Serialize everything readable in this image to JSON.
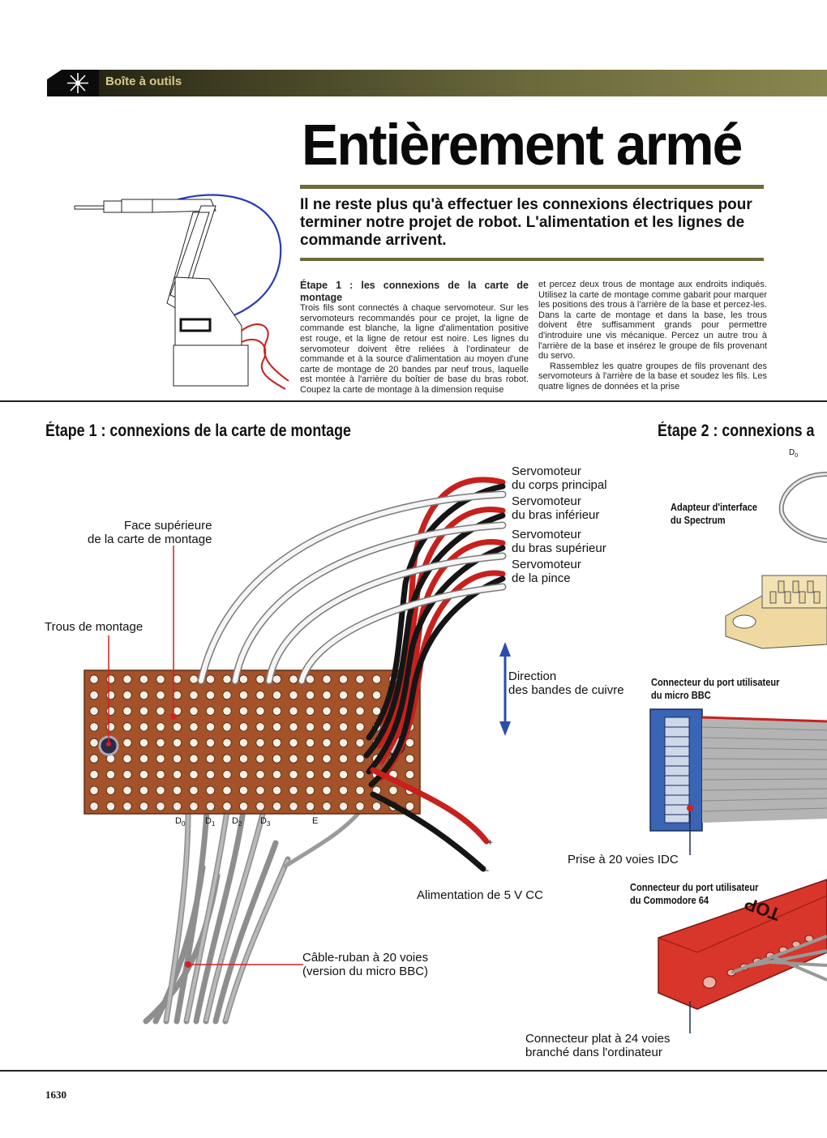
{
  "header": {
    "section_label": "Boîte à outils",
    "title": "Entièrement armé"
  },
  "lead": "Il ne reste plus qu'à effectuer les connexions électriques pour terminer notre projet de robot. L'alimentation et les lignes de commande arrivent.",
  "article": {
    "step1_heading": "Étape 1 : les connexions de la carte de montage",
    "col1_text": "Trois fils sont connectés à chaque servomoteur. Sur les servomoteurs recommandés pour ce projet, la ligne de commande est blanche, la ligne d'alimentation positive est rouge, et la ligne de retour est noire. Les lignes du servomoteur doivent être reliées à l'ordinateur de commande et à la source d'alimentation au moyen d'une carte de montage de 20 bandes par neuf trous, laquelle est montée à l'arrière du boîtier de base du bras robot. Coupez la carte de montage à la dimension requise",
    "col2_p1": "et percez deux trous de montage aux endroits indiqués. Utilisez la carte de montage comme gabarit pour marquer les positions des trous à l'arrière de la base et percez-les. Dans la carte de montage et dans la base, les trous doivent être suffisamment grands pour permettre d'introduire une vis mécanique. Percez un autre trou à l'arrière de la base et insérez le groupe de fils provenant du servo.",
    "col2_p2": "Rassemblez les quatre groupes de fils provenant des servomoteurs à l'arrière de la base et soudez les fils. Les quatre lignes de données et la prise"
  },
  "diagram1": {
    "heading": "Étape 1 : connexions de la carte de montage",
    "label_face": "Face supérieure\nde la carte de montage",
    "label_trous": "Trous de montage",
    "servo_1": "Servomoteur\ndu corps principal",
    "servo_2": "Servomoteur\ndu bras inférieur",
    "servo_3": "Servomoteur\ndu bras supérieur",
    "servo_4": "Servomoteur\nde la pince",
    "direction": "Direction\ndes bandes de cuivre",
    "d0": "D",
    "d1": "D",
    "d2": "D",
    "d3": "D",
    "sub0": "0",
    "sub1": "1",
    "sub2": "2",
    "sub3": "3",
    "e": "E",
    "plus": "+",
    "minus": "–",
    "alimentation": "Alimentation de 5 V CC",
    "cable": "Câble-ruban à 20 voies\n(version du micro BBC)"
  },
  "diagram2": {
    "heading": "Étape 2 : connexions a",
    "d0_label": "D",
    "d0_sub": "0",
    "spectrum": "Adapteur d'interface\ndu Spectrum",
    "bbc_port": "Connecteur du port utilisateur\ndu micro BBC",
    "idc": "Prise à 20 voies IDC",
    "c64_port": "Connecteur du port utilisateur\ndu Commodore 64",
    "top": "TOP",
    "flat": "Connecteur plat à 24 voies\nbranché dans l'ordinateur"
  },
  "footer": {
    "page_number": "1630"
  },
  "colors": {
    "bar": "#6d6b3d",
    "board": "#a4522a",
    "wire_red": "#c8201c",
    "ribbon": "#9b9b9b",
    "idc_blue": "#3a64b4",
    "c64_red": "#d8362a"
  }
}
